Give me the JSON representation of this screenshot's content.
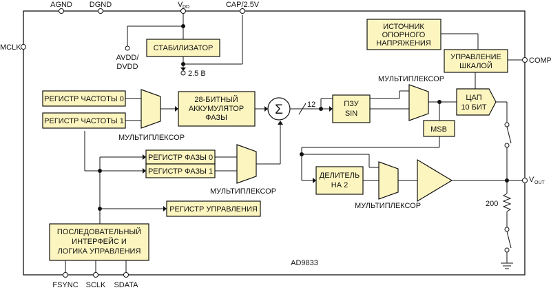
{
  "pins": {
    "agnd": "AGND",
    "dgnd": "DGND",
    "vdd": "V",
    "vdd_sub": "DD",
    "cap": "CAP/2.5V",
    "mclk": "MCLK",
    "comp": "COMP",
    "vout": "V",
    "vout_sub": "OUT",
    "fsync": "FSYNC",
    "sclk": "SCLK",
    "sdata": "SDATA",
    "avdd_1": "AVDD/",
    "avdd_2": "DVDD",
    "v25": "2.5 В"
  },
  "blocks": {
    "regulator": "СТАБИЛИЗАТОР",
    "ref_1": "ИСТОЧНИК",
    "ref_2": "ОПОРНОГО",
    "ref_3": "НАПРЯЖЕНИЯ",
    "scale_1": "УПРАВЛЕНИЕ",
    "scale_2": "ШКАЛОЙ",
    "freq0": "РЕГИСТР ЧАСТОТЫ 0",
    "freq1": "РЕГИСТР ЧАСТОТЫ 1",
    "acc_1": "28-БИТНЫЙ",
    "acc_2": "АККУМУЛЯТОР",
    "acc_3": "ФАЗЫ",
    "sigma": "Σ",
    "bus_width": "12",
    "rom_1": "ПЗУ",
    "rom_2": "SIN",
    "dac_1": "ЦАП",
    "dac_2": "10 БИТ",
    "msb": "MSB",
    "phase0": "РЕГИСТР ФАЗЫ 0",
    "phase1": "РЕГИСТР ФАЗЫ 1",
    "control_reg": "РЕГИСТР УПРАВЛЕНИЯ",
    "divider_1": "ДЕЛИТЕЛЬ",
    "divider_2": "НА 2",
    "serial_1": "ПОСЛЕДОВАТЕЛЬНЫЙ",
    "serial_2": "ИНТЕРФЕЙС И",
    "serial_3": "ЛОГИКА УПРАВЛЕНИЯ"
  },
  "labels": {
    "mux1": "МУЛЬТИПЛЕКСОР",
    "mux2": "МУЛЬТИПЛЕКСОР",
    "mux3": "МУЛЬТИПЛЕКСОР",
    "mux4": "МУЛЬТИПЛЕКСОР",
    "resistor": "200",
    "chip": "AD9833"
  },
  "colors": {
    "block_fill": "#fdf5bf",
    "line": "#111111",
    "background": "#ffffff"
  }
}
